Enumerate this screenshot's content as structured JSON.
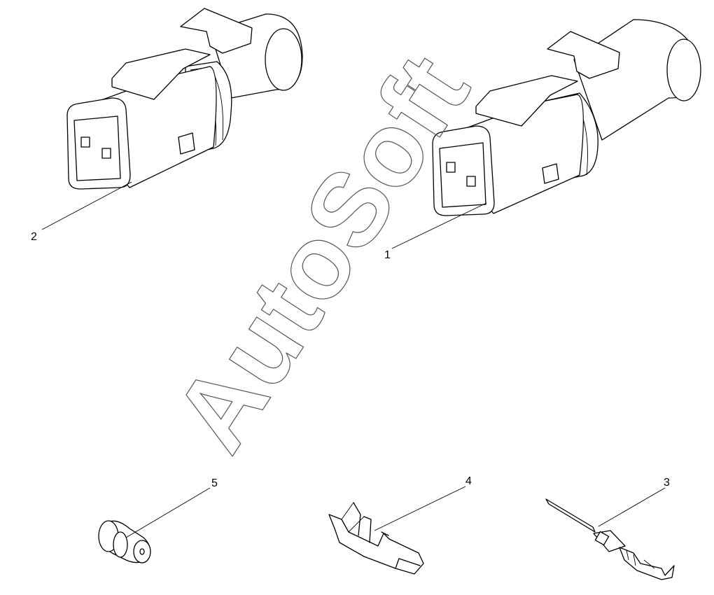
{
  "watermark": "AutoSoft",
  "callouts": [
    {
      "label": "1"
    },
    {
      "label": "2"
    },
    {
      "label": "3"
    },
    {
      "label": "4"
    },
    {
      "label": "5"
    }
  ],
  "colors": {
    "line": "#000000",
    "background": "#ffffff",
    "watermark": "#555555"
  }
}
